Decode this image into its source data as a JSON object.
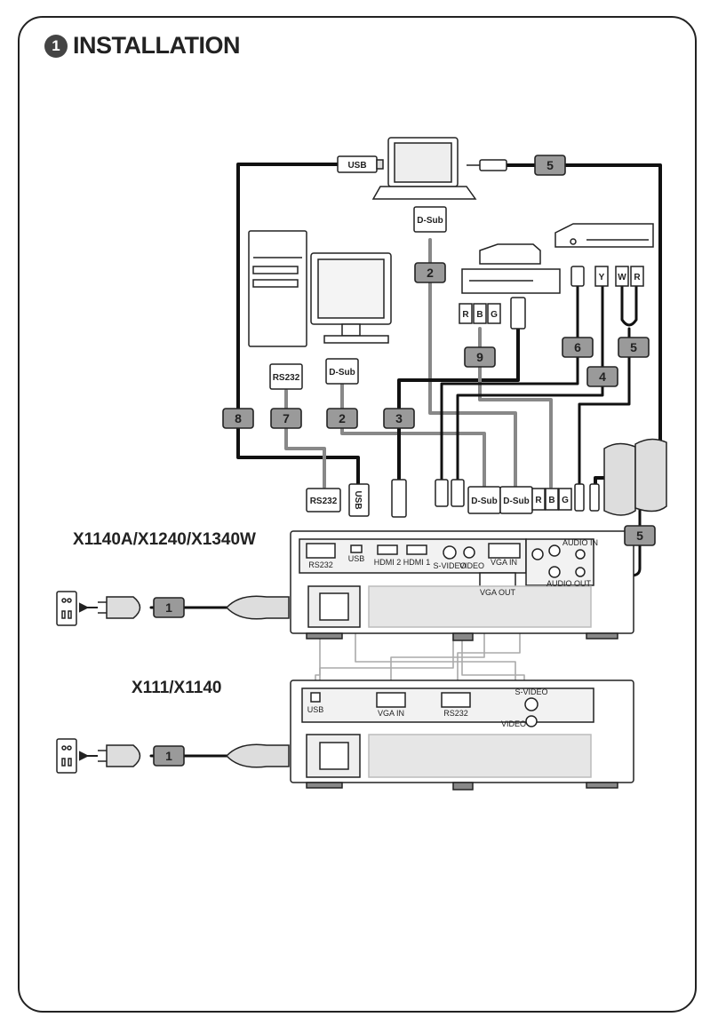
{
  "header": {
    "step_number": "1",
    "title": "INSTALLATION"
  },
  "models": {
    "upper": "X1140A/X1240/X1340W",
    "lower": "X111/X1140"
  },
  "cable_tags": [
    "1",
    "2",
    "3",
    "4",
    "5",
    "6",
    "7",
    "8",
    "9"
  ],
  "connectors": {
    "usb": "USB",
    "dsub": "D-Sub",
    "rs232": "RS232",
    "r": "R",
    "b": "B",
    "g": "G",
    "y": "Y",
    "w": "W"
  },
  "port_labels": {
    "rs232": "RS232",
    "usb": "USB",
    "hdmi2": "HDMI 2",
    "hdmi1": "HDMI 1",
    "svideo": "S-VIDEO",
    "video": "VIDEO",
    "vga_in": "VGA IN",
    "vga_out": "VGA OUT",
    "audio_in": "AUDIO IN",
    "audio_out": "AUDIO OUT"
  }
}
